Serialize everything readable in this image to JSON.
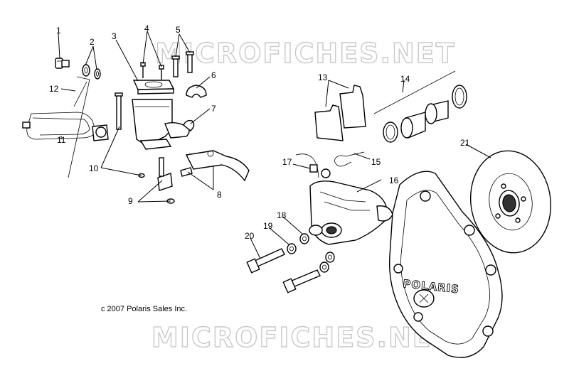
{
  "watermark": {
    "text": "MICROFICHES.NET"
  },
  "copyright": "c 2007 Polaris Sales Inc.",
  "brand_logo": "POLARIS",
  "callouts": [
    {
      "id": "1",
      "label": "1"
    },
    {
      "id": "2",
      "label": "2"
    },
    {
      "id": "3",
      "label": "3"
    },
    {
      "id": "4",
      "label": "4"
    },
    {
      "id": "5",
      "label": "5"
    },
    {
      "id": "6",
      "label": "6"
    },
    {
      "id": "7",
      "label": "7"
    },
    {
      "id": "8",
      "label": "8"
    },
    {
      "id": "9",
      "label": "9"
    },
    {
      "id": "10",
      "label": "10"
    },
    {
      "id": "11",
      "label": "11"
    },
    {
      "id": "12",
      "label": "12"
    },
    {
      "id": "13",
      "label": "13"
    },
    {
      "id": "14",
      "label": "14"
    },
    {
      "id": "15",
      "label": "15"
    },
    {
      "id": "16",
      "label": "16"
    },
    {
      "id": "17",
      "label": "17"
    },
    {
      "id": "18",
      "label": "18"
    },
    {
      "id": "19",
      "label": "19"
    },
    {
      "id": "20",
      "label": "20"
    },
    {
      "id": "21",
      "label": "21"
    }
  ]
}
